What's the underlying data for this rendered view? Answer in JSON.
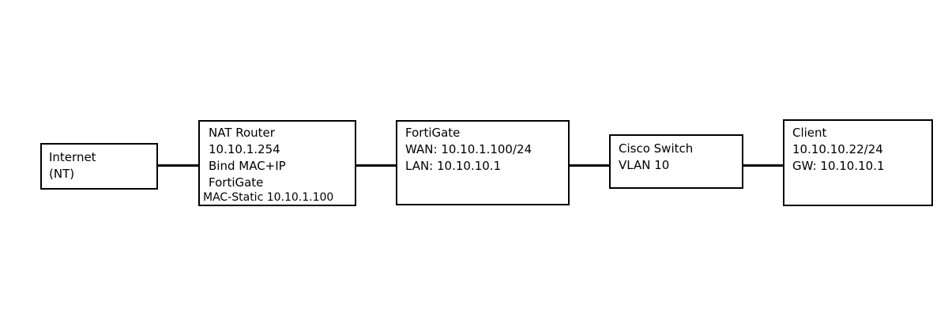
{
  "diagram": {
    "background_color": "#ffffff",
    "stroke_color": "#000000",
    "boxes": [
      {
        "id": "internet",
        "lines": [
          "Internet",
          "(NT)"
        ]
      },
      {
        "id": "nat-router",
        "lines": [
          "NAT Router",
          "10.10.1.254",
          "Bind MAC+IP",
          "FortiGate"
        ],
        "small_line": "MAC-Static 10.10.1.100"
      },
      {
        "id": "fortigate",
        "lines": [
          "FortiGate",
          "WAN: 10.10.1.100/24",
          "LAN: 10.10.10.1"
        ]
      },
      {
        "id": "cisco-switch",
        "lines": [
          "Cisco Switch",
          "VLAN 10"
        ]
      },
      {
        "id": "client",
        "lines": [
          "Client",
          "10.10.10.22/24",
          "GW: 10.10.10.1"
        ]
      }
    ],
    "links": [
      {
        "from": "internet",
        "to": "nat-router"
      },
      {
        "from": "nat-router",
        "to": "fortigate"
      },
      {
        "from": "fortigate",
        "to": "cisco-switch"
      },
      {
        "from": "cisco-switch",
        "to": "client"
      }
    ]
  }
}
